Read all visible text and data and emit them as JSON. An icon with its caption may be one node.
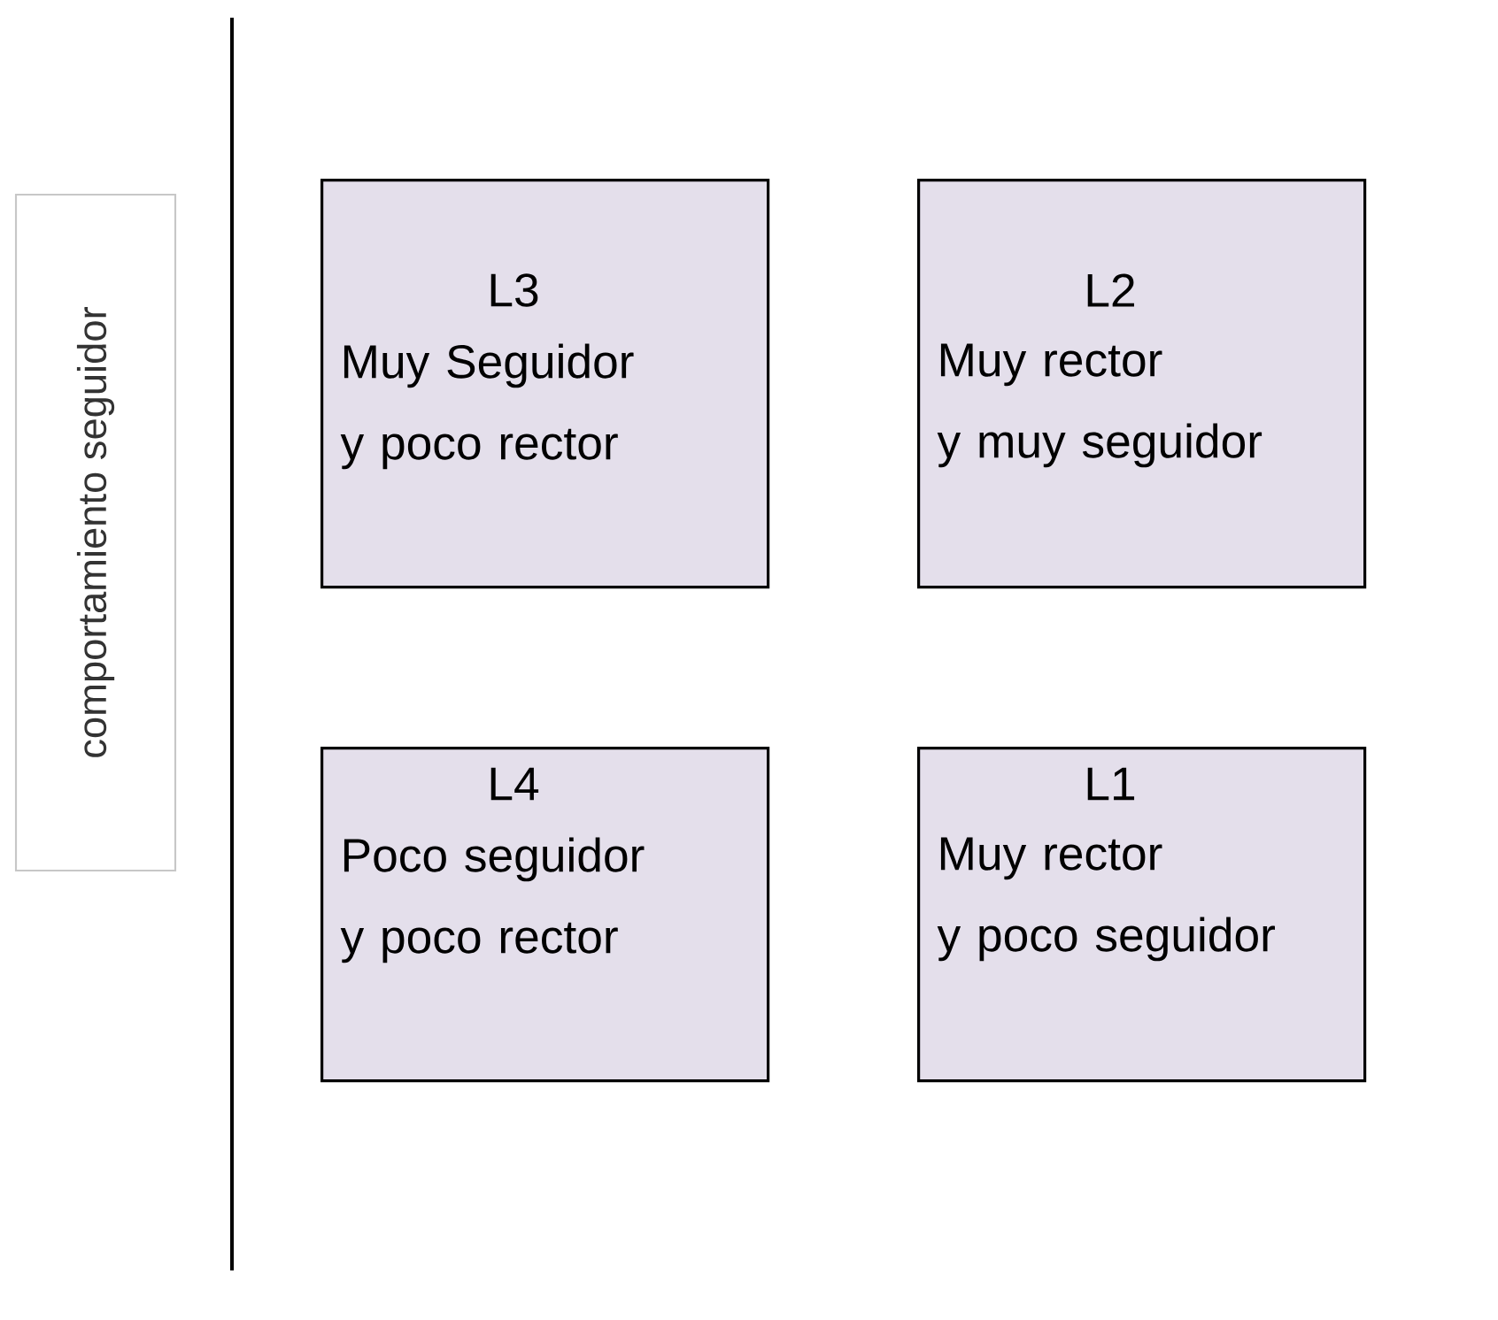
{
  "diagram": {
    "nodes": [
      {
        "text": [
          "comportamiento seguidor"
        ]
      },
      {
        "text": [
          "L3",
          "Muy Seguidor y poco rector"
        ]
      },
      {
        "text": [
          "L2",
          "Muy rector y muy seguidor"
        ]
      },
      {
        "text": [
          "L4",
          "Poco seguidor y poco rector"
        ]
      },
      {
        "text": [
          "L1",
          "Muy rector y poco seguidor"
        ]
      }
    ]
  }
}
